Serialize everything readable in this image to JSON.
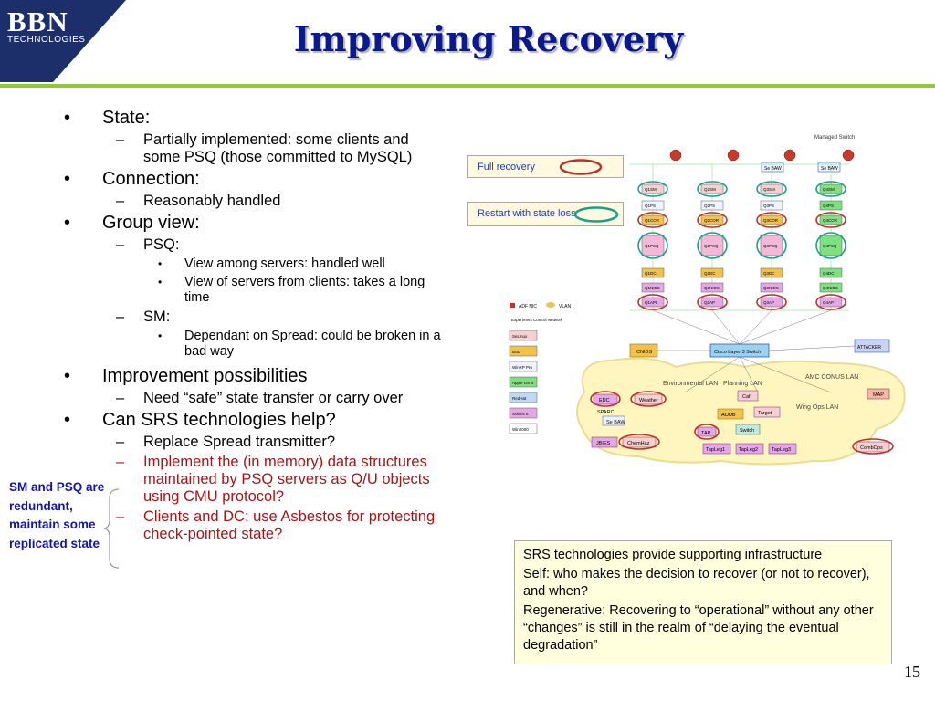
{
  "header": {
    "logo": "BBN",
    "logo_sub": "TECHNOLOGIES",
    "title": "Improving Recovery"
  },
  "bullets": {
    "state": "State:",
    "state_sub1": "Partially implemented: some clients and some PSQ (those committed to MySQL)",
    "connection": "Connection:",
    "connection_sub1": "Reasonably handled",
    "group_view": "Group view:",
    "psq": "PSQ:",
    "psq_item1": "View among servers: handled well",
    "psq_item2": "View of servers from clients: takes a long time",
    "sm": "SM:",
    "sm_item1": "Dependant on Spread: could be broken in a bad way",
    "improvement": "Improvement possibilities",
    "improvement_sub1": "Need “safe” state transfer or carry over",
    "srs": "Can SRS technologies help?",
    "srs_sub1": "Replace Spread transmitter?",
    "srs_sub2": "Implement the (in memory) data structures maintained by PSQ servers as Q/U objects using CMU protocol?",
    "srs_sub3": "Clients and DC: use Asbestos for protecting check-pointed state?"
  },
  "side_note": "SM and PSQ are redundant, maintain some replicated state",
  "legend": {
    "full_recovery": "Full recovery",
    "restart": "Restart with state loss"
  },
  "diagram": {
    "managed_switch": "Managed Switch",
    "se_baw1": "Se BAW",
    "se_baw2": "Se BAW",
    "q_rows": [
      [
        "Q1SM",
        "Q2SM",
        "Q3SM",
        "Q4SM"
      ],
      [
        "Q1PS",
        "Q2PS",
        "Q3PS",
        "Q4PS"
      ],
      [
        "Q1COR",
        "Q2COR",
        "Q3COR",
        "Q4COR"
      ],
      [
        "Q1PSQ",
        "Q2PSQ",
        "Q3PSQ",
        "Q4PSQ"
      ],
      [
        "Q1DC",
        "Q2DC",
        "Q3DC",
        "Q4DC"
      ],
      [
        "Q1NIDS",
        "Q2NIDS",
        "Q3NIDS",
        "Q4NIDS"
      ],
      [
        "Q1API",
        "Q2AP",
        "Q3AP",
        "Q4AP"
      ]
    ],
    "legend_adf": "ADF NIC",
    "legend_vlan": "VLAN",
    "legend_ecn": "Experiment Control Network",
    "os_list": [
      "SeLinux",
      "BSD",
      "WinXP Pro",
      "Apple OS X",
      "RedHat",
      "Solaris 8",
      "Win2000"
    ],
    "cnids": "CNIDS",
    "cisco": "Cisco Layer 3 Switch",
    "attacker": "ATTACKER",
    "env_lan": "Environmental LAN",
    "planning_lan": "Planning LAN",
    "amc_lan": "AMC CONUS LAN",
    "wingops_lan": "Wing Ops LAN",
    "edc": "EDC",
    "weather": "Weather",
    "sparc": "SPARC",
    "se_baw3": "Se BAW",
    "jbi": "JBIES",
    "chemhaz": "ChemHaz",
    "caf": "Caf",
    "aodb": "AODB",
    "target": "Target",
    "switch": "Switch",
    "tap": "TAP",
    "tapleg1": "TapLeg1",
    "tapleg2": "TapLeg2",
    "tapleg3": "TapLeg3",
    "map": "MAP",
    "combops": "CombOps"
  },
  "info_box": {
    "line1": "SRS technologies provide supporting infrastructure",
    "line2": "Self: who makes the decision to recover (or not to recover), and when?",
    "line3": "Regenerative: Recovering to “operational” without any other “changes” is still in the realm of “delaying the eventual degradation”"
  },
  "page_number": "15",
  "colors": {
    "title": "#0a1a8c",
    "rule": "#8fc93a",
    "logo_bg": "#1c2f6b",
    "red_text": "#a01818",
    "side_note": "#1414a8",
    "full_recovery_oval": "#b8332a",
    "restart_oval": "#17a08c"
  }
}
